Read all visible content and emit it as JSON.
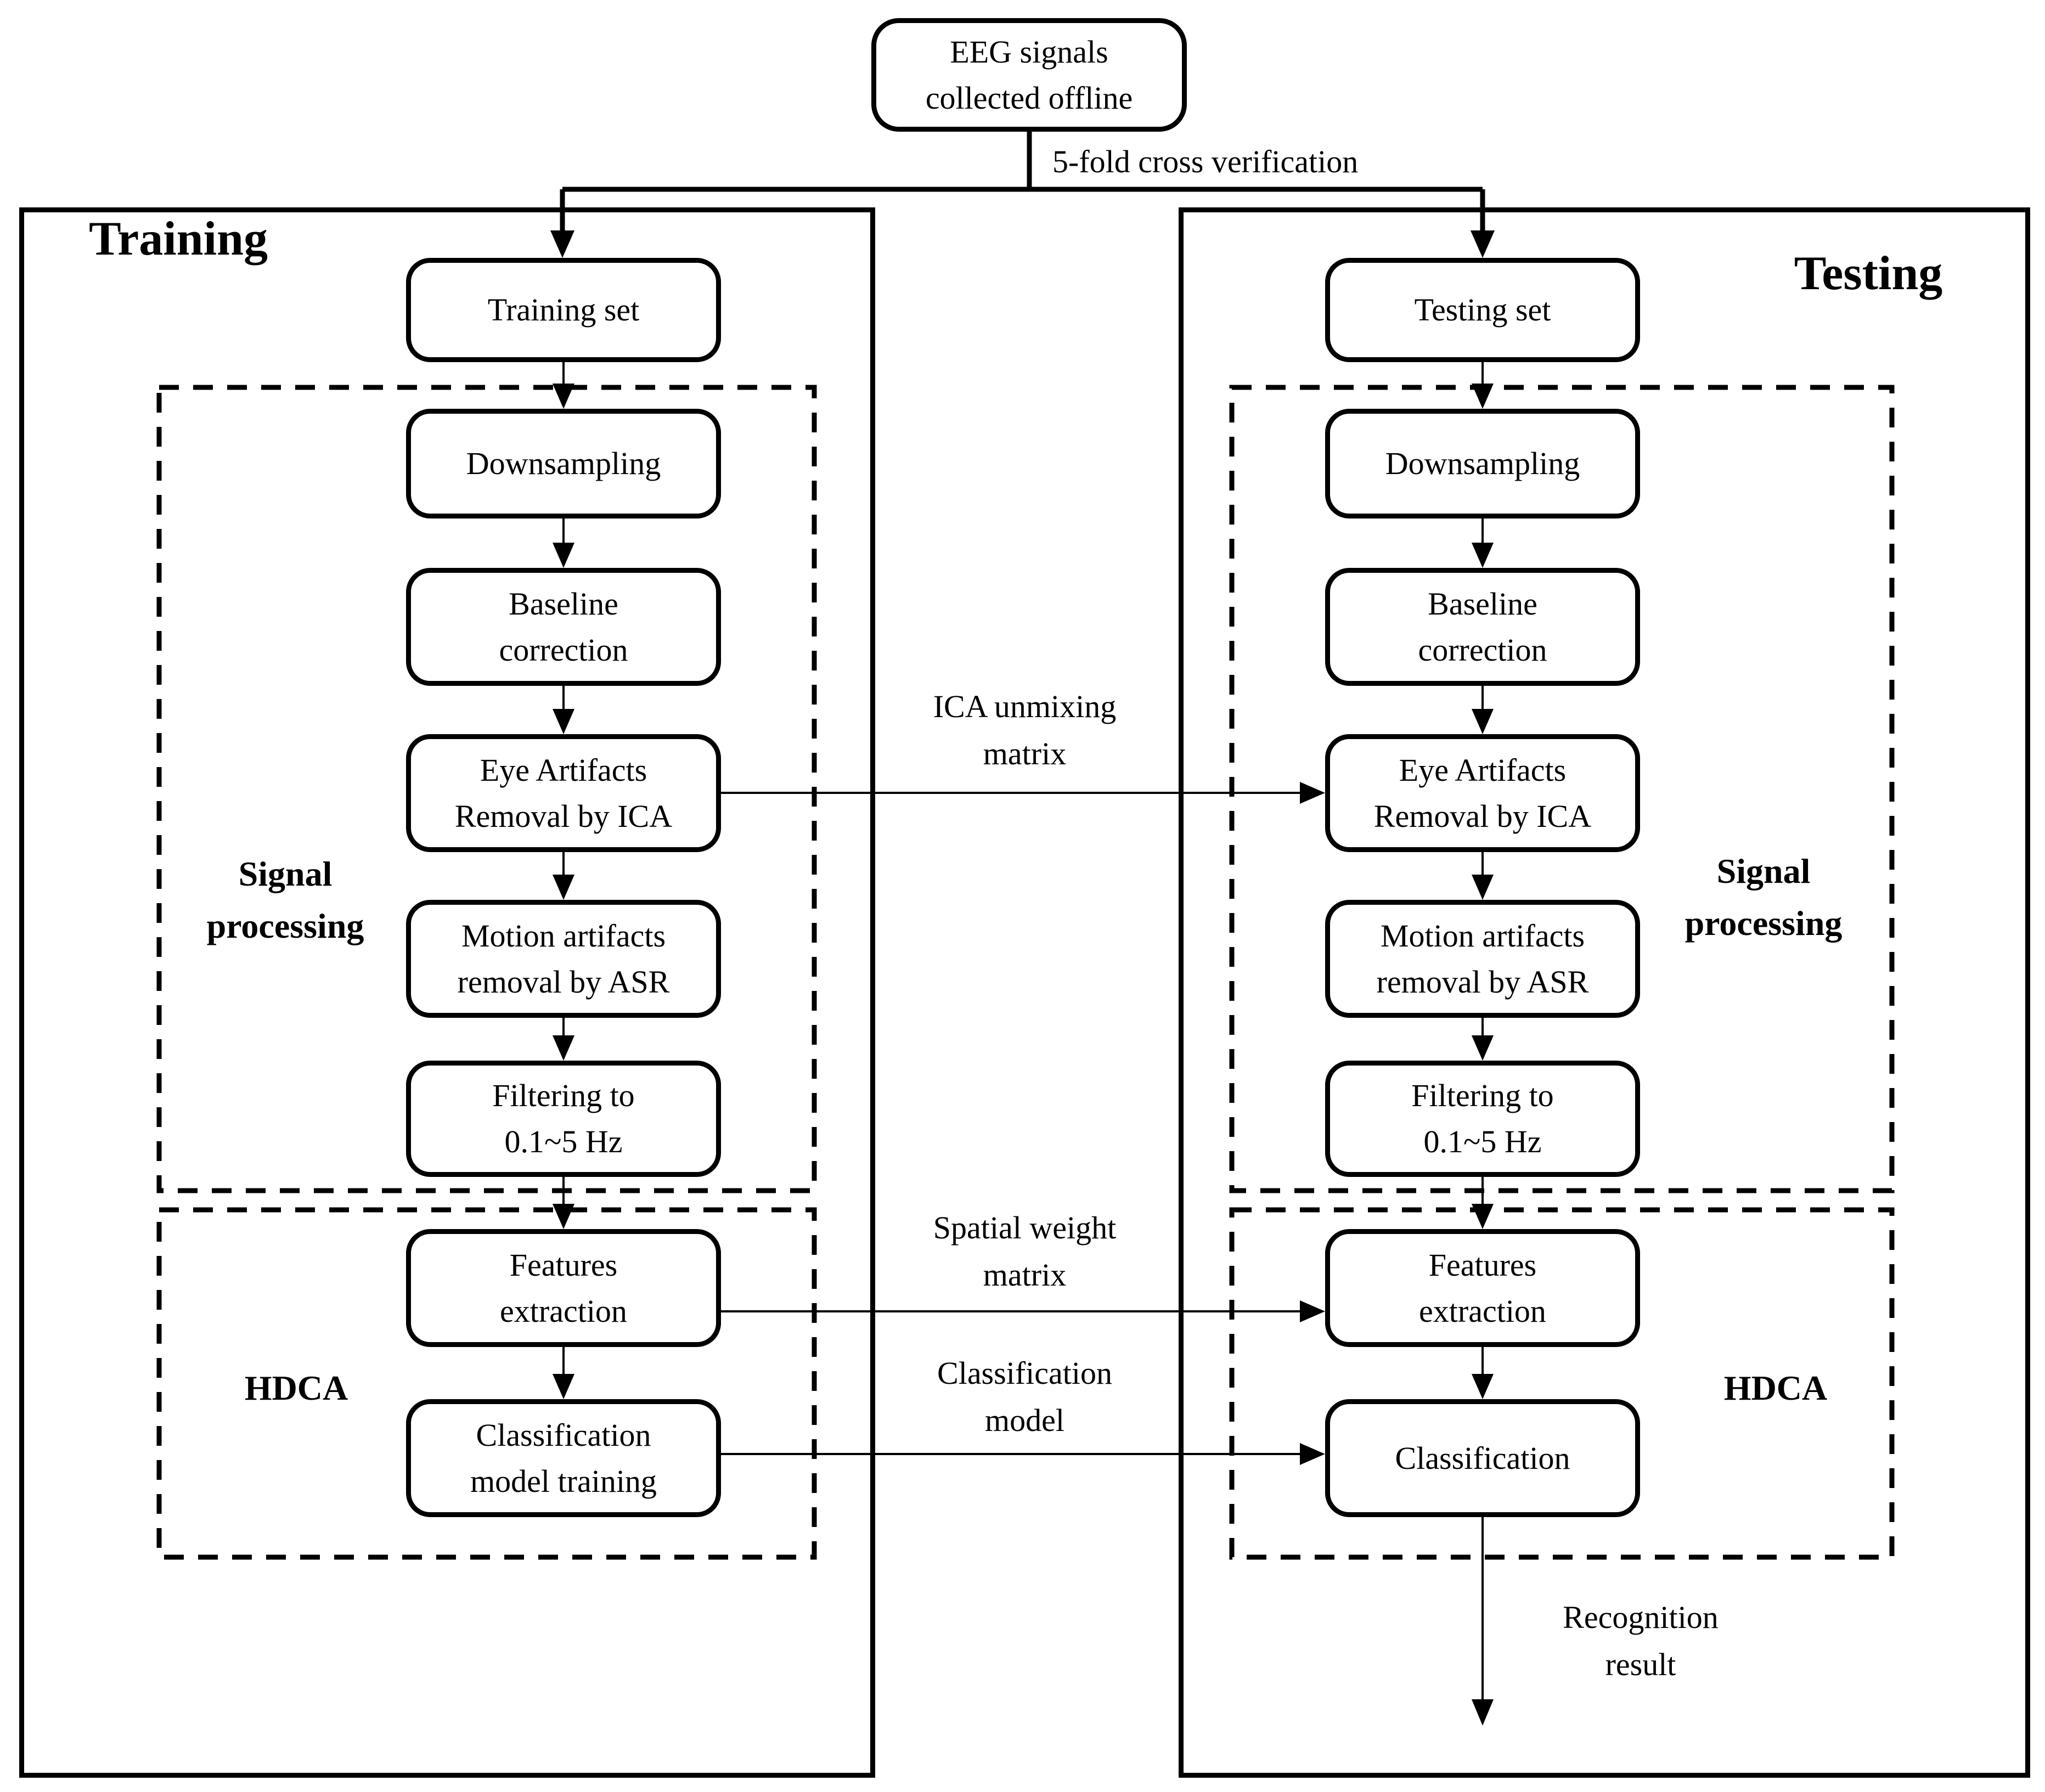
{
  "flow": {
    "source_box": "EEG signals\ncollected offline",
    "split_label": "5-fold cross verification",
    "recognition_result": "Recognition\nresult"
  },
  "training": {
    "title": "Training",
    "set_box": "Training set",
    "signal_processing_label": "Signal\nprocessing",
    "hdca_label": "HDCA",
    "steps": [
      "Downsampling",
      "Baseline\ncorrection",
      "Eye Artifacts\nRemoval by ICA",
      "Motion artifacts\nremoval by ASR",
      "Filtering to\n0.1~5 Hz",
      "Features\nextraction",
      "Classification\nmodel training"
    ]
  },
  "testing": {
    "title": "Testing",
    "set_box": "Testing set",
    "signal_processing_label": "Signal\nprocessing",
    "hdca_label": "HDCA",
    "steps": [
      "Downsampling",
      "Baseline\ncorrection",
      "Eye Artifacts\nRemoval by ICA",
      "Motion artifacts\nremoval by ASR",
      "Filtering to\n0.1~5 Hz",
      "Features\nextraction",
      "Classification"
    ]
  },
  "transfer_labels": {
    "ica_unmixing": "ICA unmixing\nmatrix",
    "spatial_weight": "Spatial weight\nmatrix",
    "classification_model": "Classification\nmodel"
  },
  "colors": {
    "line": "#000000",
    "background": "#ffffff"
  }
}
